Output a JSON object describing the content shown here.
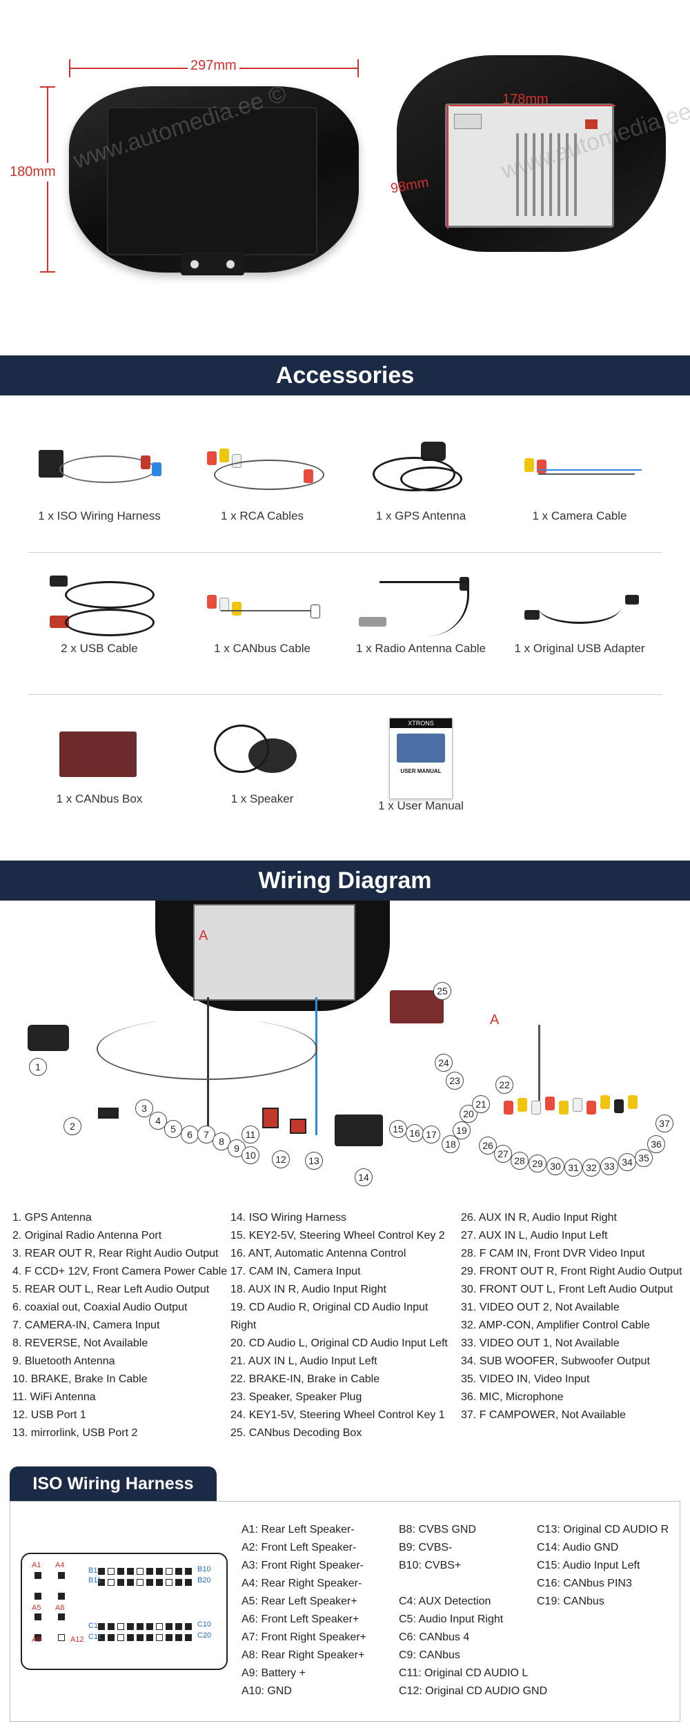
{
  "dimensions": {
    "width": "297mm",
    "height": "180mm",
    "inner_width": "178mm",
    "inner_height": "98mm"
  },
  "watermark": "www.automedia.ee ©",
  "accessories": {
    "title": "Accessories",
    "items": [
      {
        "label": "1 x ISO Wiring Harness",
        "icon": "iso-harness-icon"
      },
      {
        "label": "1 x RCA Cables",
        "icon": "rca-cables-icon"
      },
      {
        "label": "1 x GPS Antenna",
        "icon": "gps-antenna-icon"
      },
      {
        "label": "1 x Camera Cable",
        "icon": "camera-cable-icon"
      },
      {
        "label": "2 x USB Cable",
        "icon": "usb-cable-icon"
      },
      {
        "label": "1 x CANbus Cable",
        "icon": "canbus-cable-icon"
      },
      {
        "label": "1 x Radio Antenna Cable",
        "icon": "radio-antenna-cable-icon"
      },
      {
        "label": "1 x Original USB Adapter",
        "icon": "usb-adapter-icon"
      },
      {
        "label": "1 x CANbus Box",
        "icon": "canbus-box-icon"
      },
      {
        "label": "1 x Speaker",
        "icon": "speaker-icon"
      },
      {
        "label": "1 x User Manual",
        "icon": "user-manual-icon"
      }
    ],
    "manual_brand": "XTRONS",
    "manual_title": "USER MANUAL"
  },
  "wiring": {
    "title": "Wiring Diagram",
    "connector_label": "A",
    "numbers": [
      "1",
      "2",
      "3",
      "4",
      "5",
      "6",
      "7",
      "8",
      "9",
      "10",
      "11",
      "12",
      "13",
      "14",
      "15",
      "16",
      "17",
      "18",
      "19",
      "20",
      "21",
      "22",
      "23",
      "24",
      "25",
      "26",
      "27",
      "28",
      "29",
      "30",
      "31",
      "32",
      "33",
      "34",
      "35",
      "36",
      "37"
    ],
    "legend_col1": [
      "1. GPS Antenna",
      "2. Original Radio Antenna Port",
      "3. REAR OUT R, Rear Right Audio Output",
      "4. F CCD+ 12V, Front Camera Power Cable",
      "5. REAR OUT L, Rear Left Audio Output",
      "6. coaxial out, Coaxial Audio Output",
      "7. CAMERA-IN, Camera Input",
      "8. REVERSE, Not Available",
      "9. Bluetooth Antenna",
      "10. BRAKE, Brake In Cable",
      "11. WiFi Antenna",
      "12. USB Port 1",
      "13. mirrorlink, USB Port 2"
    ],
    "legend_col2": [
      "14. ISO Wiring Harness",
      "15. KEY2-5V, Steering Wheel Control Key 2",
      "16. ANT, Automatic Antenna Control",
      "17. CAM IN, Camera Input",
      "18. AUX IN R, Audio Input Right",
      "19. CD Audio R, Original CD Audio Input",
      "Right",
      "20. CD Audio L, Original CD Audio Input Left",
      "21. AUX IN L, Audio Input Left",
      "22. BRAKE-IN, Brake in Cable",
      "23. Speaker, Speaker Plug",
      "24. KEY1-5V, Steering Wheel Control Key 1",
      "25. CANbus Decoding Box"
    ],
    "legend_col3": [
      "26. AUX IN R, Audio Input Right",
      "27. AUX IN L, Audio Input Left",
      "28. F CAM IN, Front DVR Video Input",
      "29. FRONT OUT R, Front Right Audio Output",
      "30. FRONT OUT L, Front Left Audio Output",
      "31. VIDEO OUT 2, Not Available",
      "32. AMP-CON, Amplifier Control Cable",
      "33. VIDEO OUT 1, Not Available",
      "34. SUB WOOFER, Subwoofer Output",
      "35. VIDEO IN, Video Input",
      "36. MIC, Microphone",
      "37. F CAMPOWER, Not Available"
    ]
  },
  "iso": {
    "title": "ISO Wiring Harness",
    "pin_labels": [
      "A1",
      "A4",
      "B1",
      "B10",
      "B11",
      "B20",
      "A5",
      "A8",
      "A9",
      "A12",
      "C1",
      "C10",
      "C11",
      "C20"
    ],
    "col1": [
      "A1: Rear Left Speaker-",
      "A2: Front Left Speaker-",
      "A3: Front Right Speaker-",
      "A4: Rear Right Speaker-",
      "A5: Rear Left Speaker+",
      "A6: Front Left Speaker+",
      "A7: Front Right Speaker+",
      "A8: Rear Right Speaker+",
      "A9: Battery +",
      "A10: GND"
    ],
    "col2": [
      "B8: CVBS GND",
      "B9: CVBS-",
      "B10: CVBS+",
      "",
      "C4: AUX Detection",
      "C5: Audio Input Right",
      "C6: CANbus 4",
      "C9: CANbus",
      "C11: Original CD AUDIO L",
      "C12: Original CD AUDIO GND"
    ],
    "col3": [
      "C13: Original CD AUDIO R",
      "C14: Audio GND",
      "C15: Audio Input Left",
      "C16: CANbus PIN3",
      "C19: CANbus"
    ]
  }
}
